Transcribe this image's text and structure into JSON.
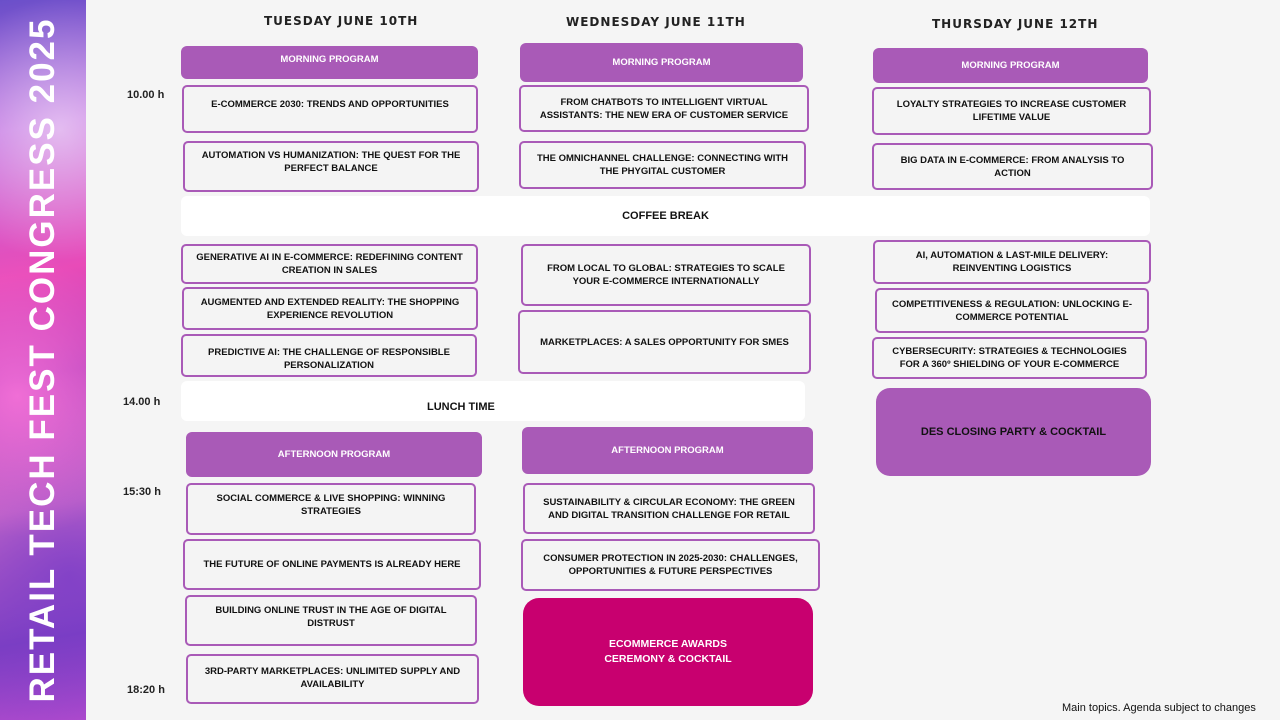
{
  "banner_title": "RETAIL TECH FEST CONGRESS 2025",
  "days": {
    "tuesday": "TUESDAY JUNE 10TH",
    "wednesday": "WEDNESDAY JUNE 11TH",
    "thursday": "THURSDAY JUNE 12TH"
  },
  "times": [
    "10.00 h",
    "14.00 h",
    "15:30 h",
    "18:20 h"
  ],
  "sections": {
    "morning": "MORNING PROGRAM",
    "afternoon": "AFTERNOON PROGRAM",
    "coffee": "COFFEE BREAK",
    "lunch": "LUNCH TIME"
  },
  "tuesday": {
    "morning": [
      "E-COMMERCE 2030: TRENDS AND OPPORTUNITIES",
      "AUTOMATION VS HUMANIZATION: THE QUEST FOR THE PERFECT BALANCE"
    ],
    "midday": [
      "GENERATIVE AI IN E-COMMERCE: REDEFINING CONTENT CREATION IN SALES",
      "AUGMENTED AND EXTENDED REALITY: THE SHOPPING EXPERIENCE REVOLUTION",
      "PREDICTIVE AI: THE CHALLENGE OF RESPONSIBLE PERSONALIZATION"
    ],
    "afternoon": [
      "SOCIAL COMMERCE & LIVE SHOPPING: WINNING STRATEGIES",
      "THE FUTURE OF ONLINE PAYMENTS IS ALREADY HERE",
      "BUILDING ONLINE TRUST IN THE AGE OF DIGITAL DISTRUST",
      "3RD-PARTY MARKETPLACES: UNLIMITED SUPPLY AND AVAILABILITY"
    ]
  },
  "wednesday": {
    "morning": [
      "FROM CHATBOTS TO INTELLIGENT VIRTUAL ASSISTANTS: THE NEW ERA OF CUSTOMER SERVICE",
      "THE OMNICHANNEL CHALLENGE: CONNECTING WITH THE PHYGITAL CUSTOMER"
    ],
    "midday": [
      "FROM LOCAL TO GLOBAL: STRATEGIES TO SCALE YOUR E-COMMERCE INTERNATIONALLY",
      "MARKETPLACES: A SALES OPPORTUNITY FOR SMES"
    ],
    "afternoon": [
      "SUSTAINABILITY & CIRCULAR ECONOMY: THE GREEN AND DIGITAL TRANSITION CHALLENGE FOR RETAIL",
      "CONSUMER PROTECTION IN 2025-2030: CHALLENGES, OPPORTUNITIES & FUTURE PERSPECTIVES"
    ],
    "awards": "ECOMMERCE AWARDS CEREMONY & COCKTAIL"
  },
  "thursday": {
    "morning": [
      "LOYALTY STRATEGIES TO INCREASE CUSTOMER LIFETIME VALUE",
      "BIG DATA IN E-COMMERCE: FROM ANALYSIS TO ACTION"
    ],
    "midday": [
      "AI, AUTOMATION & LAST-MILE DELIVERY: REINVENTING LOGISTICS",
      "COMPETITIVENESS & REGULATION: UNLOCKING E-COMMERCE POTENTIAL",
      "CYBERSECURITY: STRATEGIES & TECHNOLOGIES FOR A 360º SHIELDING OF YOUR E-COMMERCE"
    ],
    "closing": "DES CLOSING PARTY & COCKTAIL"
  },
  "footnote": "Main topics. Agenda subject to changes",
  "colors": {
    "accent": "#a95ab7",
    "awards": "#c8006f",
    "background": "#f5f5f5"
  }
}
